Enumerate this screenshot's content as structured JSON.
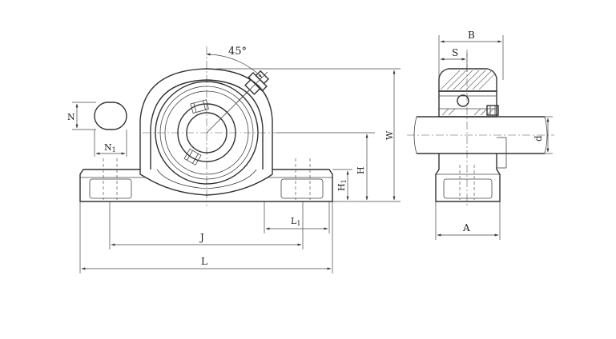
{
  "labels": {
    "angle": "45°",
    "N": "N",
    "N1": "N",
    "N1_sub": "1",
    "W": "W",
    "H": "H",
    "H1": "H",
    "H1_sub": "1",
    "L1": "L",
    "L1_sub": "1",
    "J": "J",
    "L": "L",
    "B": "B",
    "S": "S",
    "d": "d",
    "A": "A"
  }
}
